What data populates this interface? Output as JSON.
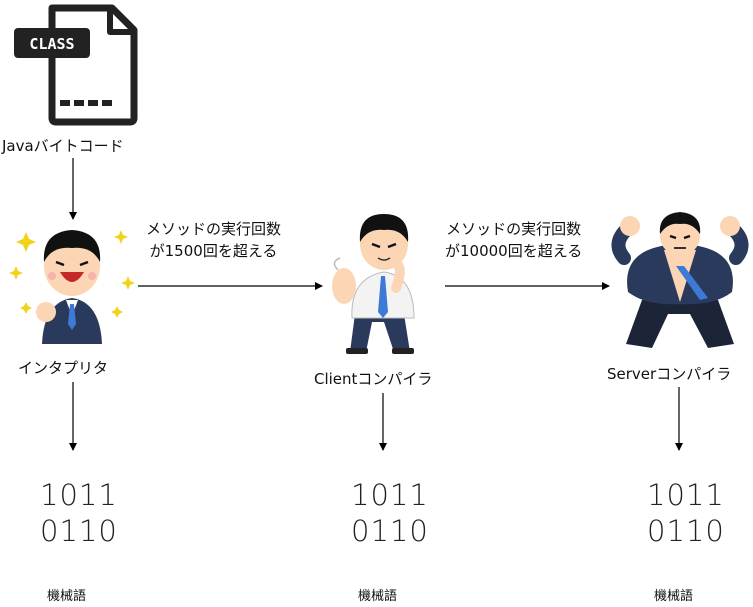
{
  "class_icon": {
    "badge": "CLASS",
    "icon": "class-file-icon"
  },
  "nodes": {
    "bytecode": "Javaバイトコード",
    "interpreter": "インタプリタ",
    "client": "Clientコンパイラ",
    "server": "Serverコンパイラ"
  },
  "edges": {
    "to_client": {
      "line1": "メソッドの実行回数",
      "line2": "が1500回を超える"
    },
    "to_server": {
      "line1": "メソッドの実行回数",
      "line2": "が10000回を超える"
    }
  },
  "machine_code": {
    "row1": "1011",
    "row2": "0110",
    "label": "機械語"
  },
  "colors": {
    "suit": "#2a3a5c",
    "skin": "#fcd6b4",
    "tie": "#3d7ad6",
    "arrow": "#000000",
    "sparkle": "#f2d21a"
  }
}
